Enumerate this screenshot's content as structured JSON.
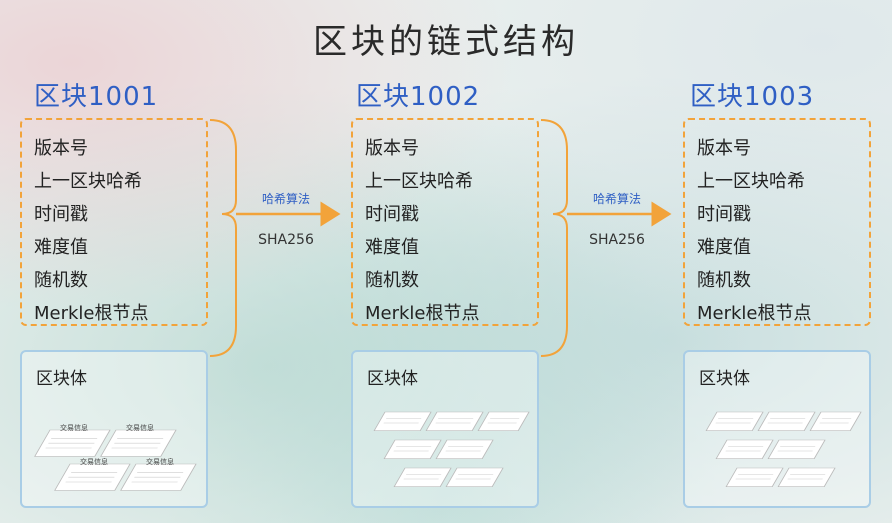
{
  "title": "区块的链式结构",
  "header_fields": [
    "版本号",
    "上一区块哈希",
    "时间戳",
    "难度值",
    "随机数",
    "Merkle根节点"
  ],
  "blocks": [
    {
      "name": "区块1001",
      "body_label": "区块体"
    },
    {
      "name": "区块1002",
      "body_label": "区块体"
    },
    {
      "name": "区块1003",
      "body_label": "区块体"
    }
  ],
  "arrows": [
    {
      "label": "哈希算法",
      "algorithm": "SHA256"
    },
    {
      "label": "哈希算法",
      "algorithm": "SHA256"
    }
  ],
  "tx_label": "交易信息",
  "colors": {
    "block_title": "#2f5fc4",
    "header_border": "#f2a33a",
    "body_border": "#a9cde6",
    "arrow": "#f2a33a"
  }
}
